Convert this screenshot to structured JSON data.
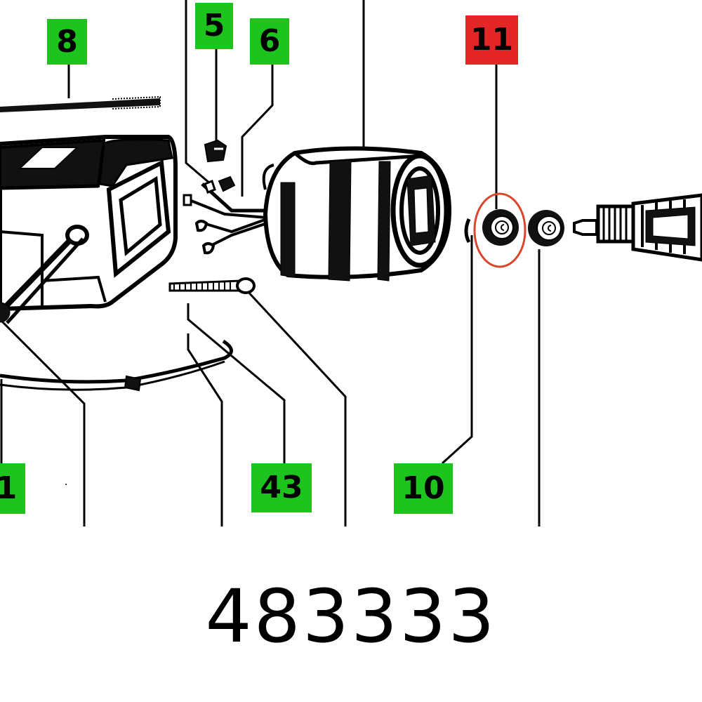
{
  "callouts": {
    "c8": "8",
    "c5": "5",
    "c6": "6",
    "c11": "11",
    "c1": "1",
    "c43": "43",
    "c10": "10"
  },
  "part_number": "483333",
  "colors": {
    "callout_green": "#1ec41e",
    "callout_highlight": "#e52626",
    "highlight_ring": "#d9482c",
    "line": "#000000",
    "background": "#ffffff"
  }
}
